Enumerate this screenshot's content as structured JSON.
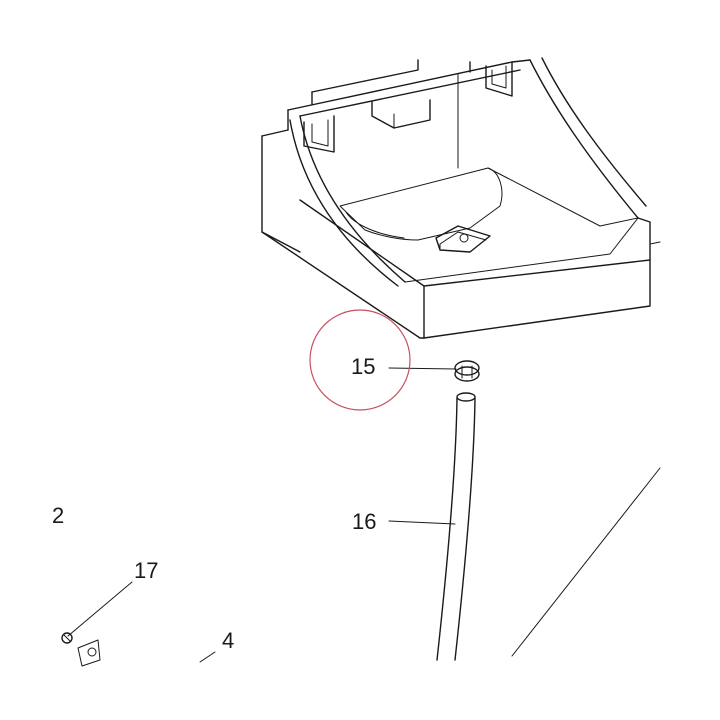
{
  "diagram": {
    "callouts": {
      "c15": "15",
      "c16": "16",
      "c17": "17",
      "c4": "4",
      "c2": "2"
    },
    "highlight_color": "#c8505a"
  }
}
